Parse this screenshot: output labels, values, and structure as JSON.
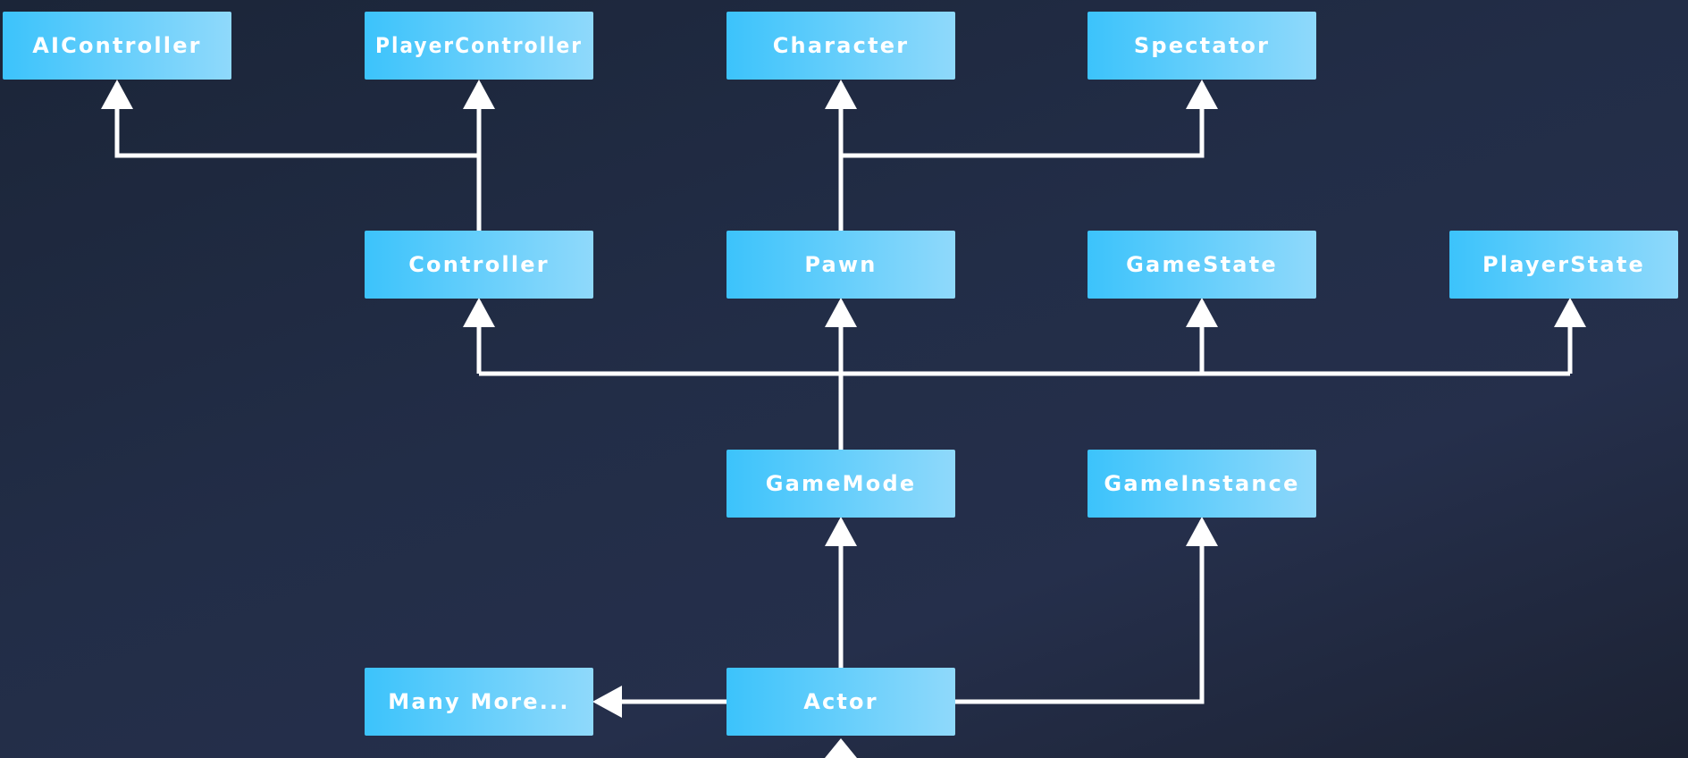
{
  "diagram": {
    "nodes": {
      "aicontroller": "AIController",
      "playercontroller": "PlayerController",
      "character": "Character",
      "spectator": "Spectator",
      "controller": "Controller",
      "pawn": "Pawn",
      "gamestate": "GameState",
      "playerstate": "PlayerState",
      "gamemode": "GameMode",
      "gameinstance": "GameInstance",
      "many_more": "Many More...",
      "actor": "Actor"
    },
    "colors": {
      "node_gradient_start": "#3cc3fb",
      "node_gradient_end": "#8fd9fb",
      "connector": "#ffffff",
      "background": "#222d47"
    }
  }
}
